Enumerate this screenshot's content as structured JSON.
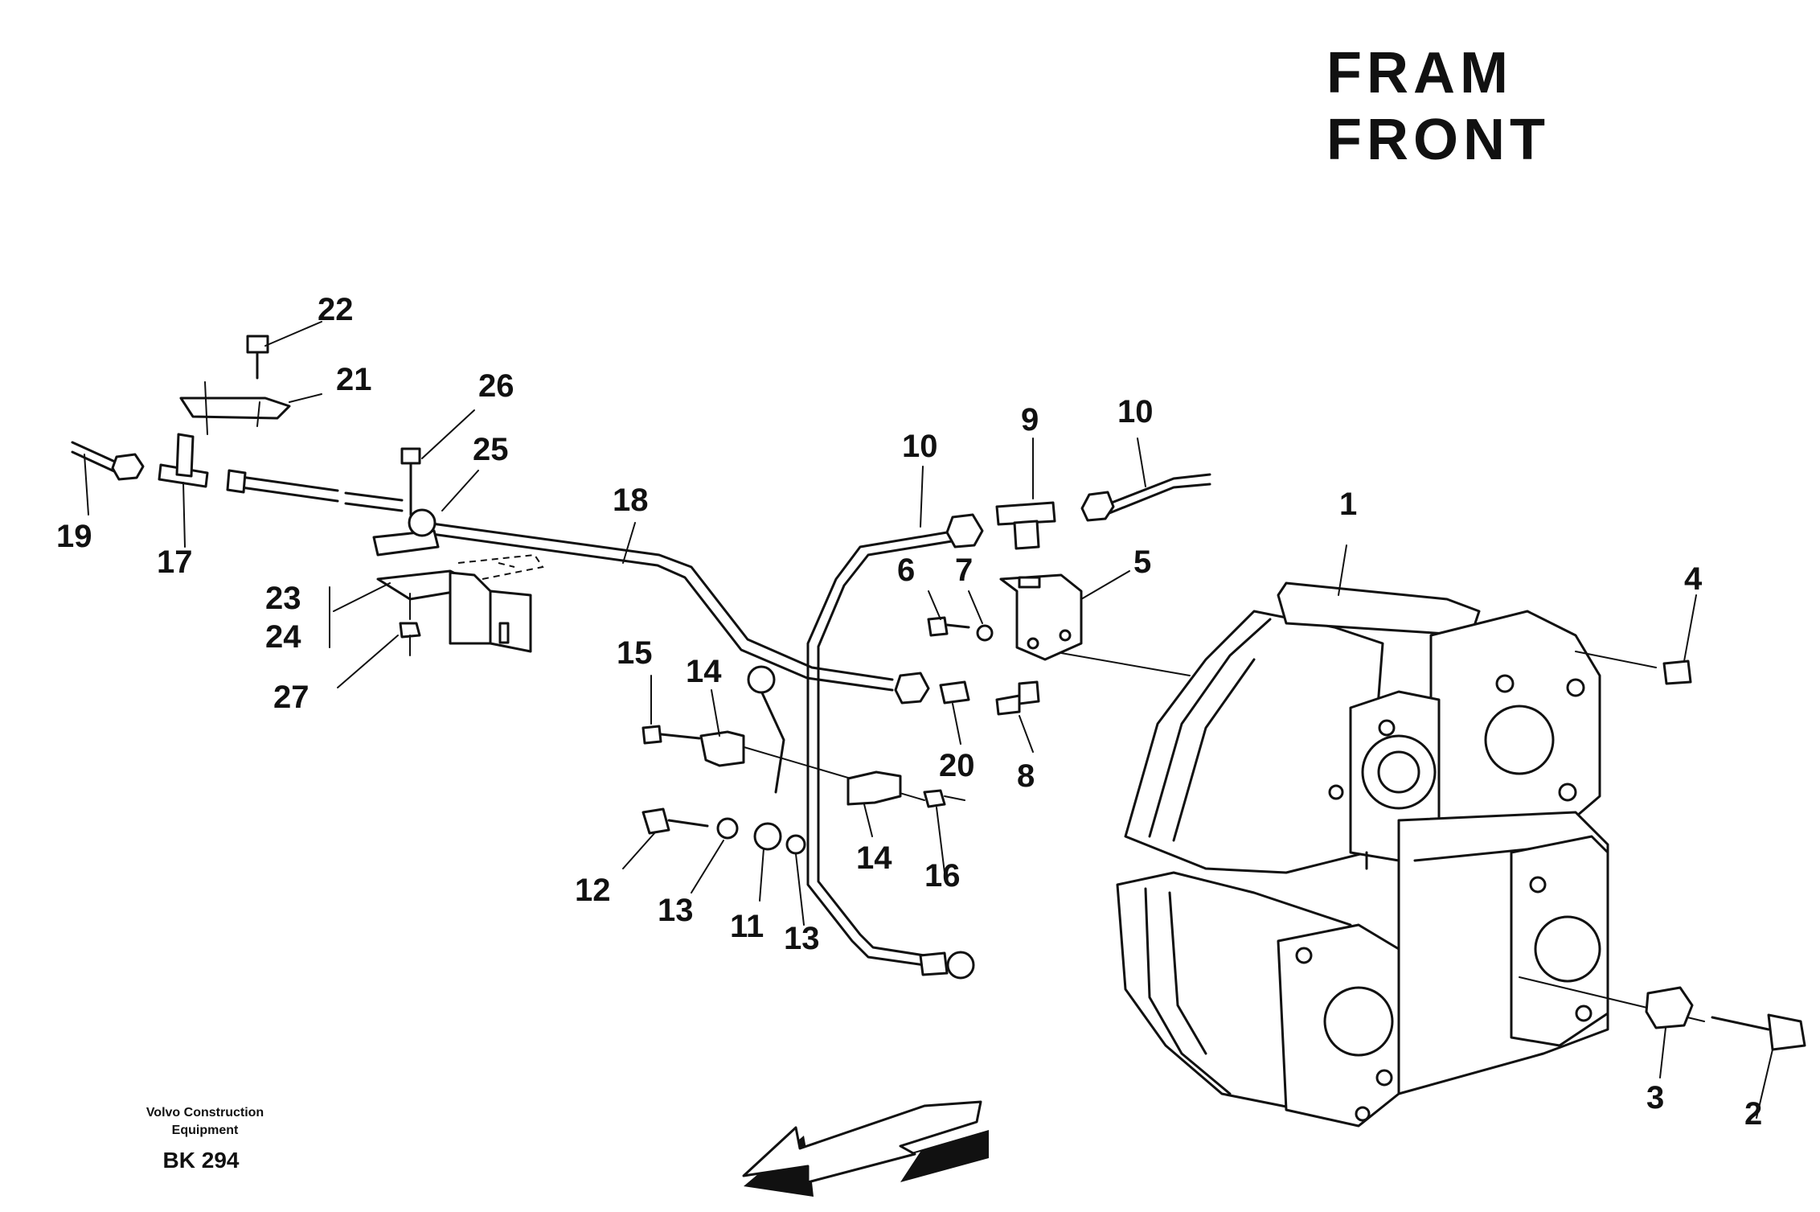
{
  "title": {
    "line1": "FRAM",
    "line2": "FRONT"
  },
  "credit": {
    "company_line1": "Volvo Construction",
    "company_line2": "Equipment",
    "code": "BK 294"
  },
  "callouts": [
    {
      "id": "c1",
      "label": "1"
    },
    {
      "id": "c2",
      "label": "2"
    },
    {
      "id": "c3",
      "label": "3"
    },
    {
      "id": "c4",
      "label": "4"
    },
    {
      "id": "c5",
      "label": "5"
    },
    {
      "id": "c6",
      "label": "6"
    },
    {
      "id": "c7",
      "label": "7"
    },
    {
      "id": "c8",
      "label": "8"
    },
    {
      "id": "c9",
      "label": "9"
    },
    {
      "id": "c10a",
      "label": "10"
    },
    {
      "id": "c10b",
      "label": "10"
    },
    {
      "id": "c11",
      "label": "11"
    },
    {
      "id": "c12",
      "label": "12"
    },
    {
      "id": "c13a",
      "label": "13"
    },
    {
      "id": "c13b",
      "label": "13"
    },
    {
      "id": "c14a",
      "label": "14"
    },
    {
      "id": "c14b",
      "label": "14"
    },
    {
      "id": "c15",
      "label": "15"
    },
    {
      "id": "c16",
      "label": "16"
    },
    {
      "id": "c17",
      "label": "17"
    },
    {
      "id": "c18",
      "label": "18"
    },
    {
      "id": "c19",
      "label": "19"
    },
    {
      "id": "c20",
      "label": "20"
    },
    {
      "id": "c21",
      "label": "21"
    },
    {
      "id": "c22",
      "label": "22"
    },
    {
      "id": "c23",
      "label": "23"
    },
    {
      "id": "c24",
      "label": "24"
    },
    {
      "id": "c25",
      "label": "25"
    },
    {
      "id": "c26",
      "label": "26"
    },
    {
      "id": "c27",
      "label": "27"
    }
  ],
  "icons": {
    "direction_arrow": "front-direction-arrow-icon"
  }
}
